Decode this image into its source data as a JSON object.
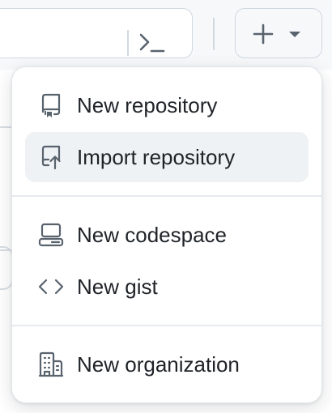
{
  "menu": {
    "items": [
      {
        "label": "New repository",
        "icon": "repo-icon"
      },
      {
        "label": "Import repository",
        "icon": "repo-push-icon",
        "highlighted": true
      },
      {
        "label": "New codespace",
        "icon": "codespaces-icon"
      },
      {
        "label": "New gist",
        "icon": "code-icon"
      },
      {
        "label": "New organization",
        "icon": "organization-icon"
      }
    ]
  },
  "colors": {
    "text": "#1f2328",
    "icon": "#59636e",
    "hover_bg": "#eff2f5",
    "border": "#d1d9e0",
    "bar_bg": "#f6f8fa"
  }
}
